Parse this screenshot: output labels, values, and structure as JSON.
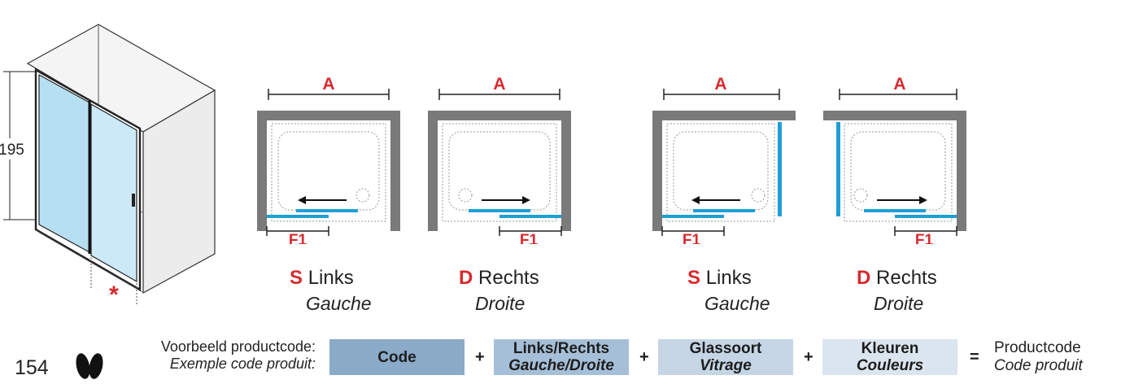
{
  "product": {
    "height_label": "195",
    "marker": "*"
  },
  "layouts": [
    {
      "dimension": "A",
      "fixed": "F1",
      "code": "S",
      "side": "Links",
      "side_fr": "Gauche"
    },
    {
      "dimension": "A",
      "fixed": "F1",
      "code": "D",
      "side": "Rechts",
      "side_fr": "Droite"
    },
    {
      "dimension": "A",
      "fixed": "F1",
      "code": "S",
      "side": "Links",
      "side_fr": "Gauche"
    },
    {
      "dimension": "A",
      "fixed": "F1",
      "code": "D",
      "side": "Rechts",
      "side_fr": "Droite"
    }
  ],
  "footer": {
    "page_number": "154",
    "legend_nl": "Voorbeeld productcode:",
    "legend_fr": "Exemple code produit:",
    "boxes": [
      {
        "line1": "Code",
        "line2": "",
        "color": "#8aaac8"
      },
      {
        "line1": "Links/Rechts",
        "line2": "Gauche/Droite",
        "color": "#a6bfd8"
      },
      {
        "line1": "Glassoort",
        "line2": "Vitrage",
        "color": "#c5d5e5"
      },
      {
        "line1": "Kleuren",
        "line2": "Couleurs",
        "color": "#dbe5ef"
      }
    ],
    "plus": "+",
    "equals": "=",
    "result_nl": "Productcode",
    "result_fr": "Code produit"
  },
  "colors": {
    "glass": "#1e9fd6",
    "wall": "#7a7a7a",
    "accent": "#d72a2e"
  }
}
